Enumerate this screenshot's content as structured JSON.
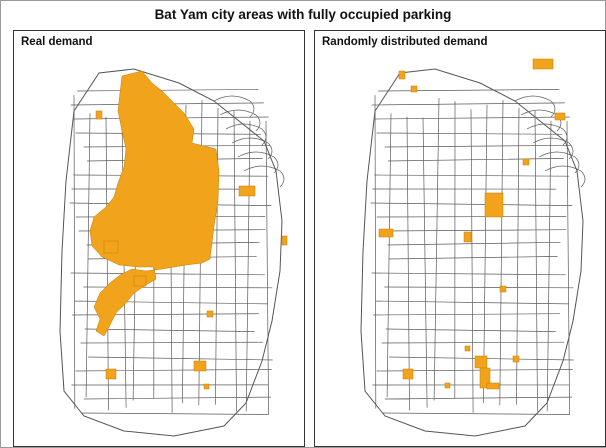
{
  "figure": {
    "title": "Bat Yam city areas with fully occupied parking",
    "colors": {
      "occupied": "#f2a31c",
      "streets": "#5a5a5a",
      "border": "#333333"
    }
  },
  "panels": [
    {
      "id": "real",
      "label": "Real demand"
    },
    {
      "id": "random",
      "label": "Randomly distributed demand"
    }
  ]
}
